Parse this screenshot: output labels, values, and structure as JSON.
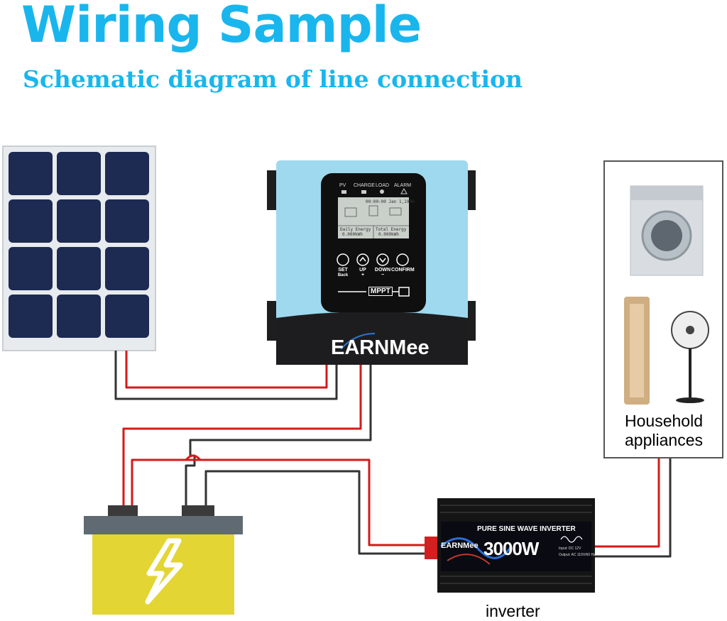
{
  "title": "Wiring Sample",
  "subtitle": "Schematic diagram of line connection",
  "controller": {
    "brand": "EARNMee",
    "indicators": [
      "PV",
      "CHARGE",
      "LOAD",
      "ALARM"
    ],
    "buttons": [
      {
        "label": "SET",
        "sub": "Back"
      },
      {
        "label": "UP",
        "sub": "+"
      },
      {
        "label": "DOWN",
        "sub": "−"
      },
      {
        "label": "CONFIRM",
        "sub": ""
      }
    ],
    "lcd": {
      "clock": "00:00:00 Jan 1,1900",
      "daily": "Daily Energy",
      "daily_val": "0.000kWh",
      "total": "Total Energy",
      "total_val": "0.000kWh"
    },
    "mppt_label": "MPPT"
  },
  "inverter": {
    "label": "inverter",
    "product_title": "PURE SINE WAVE INVERTER",
    "brand": "EARNMee",
    "wattage": "3000W",
    "input_text": "Input: DC 12V",
    "output_text": "Output: AC 110V/60 Hz"
  },
  "appliances": {
    "label_line1": "Household",
    "label_line2": "appliances"
  },
  "colors": {
    "title": "#19b6ee",
    "controller_body": "#9fd9ef",
    "wire_positive": "#d41a1a",
    "wire_negative": "#333333",
    "battery": "#e3d534",
    "battery_lid": "#5f6a72",
    "panel_cell": "#1d2a52"
  }
}
